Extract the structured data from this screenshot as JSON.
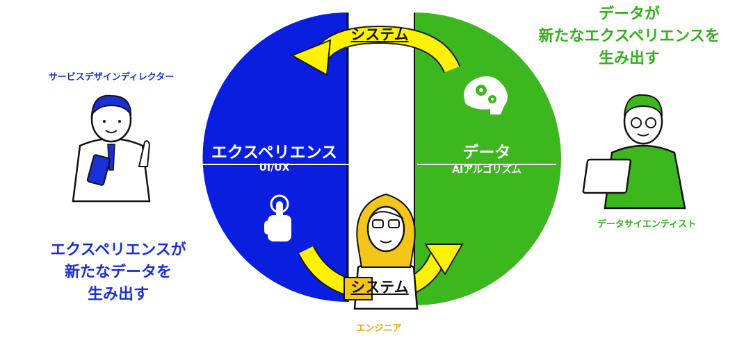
{
  "colors": {
    "blue": "#0a1ee0",
    "green": "#3cb81e",
    "yellow": "#fff200",
    "engineer_label": "#e0a800",
    "text_blue": "#1a2fd6",
    "text_green": "#33b01a"
  },
  "left_caption": {
    "line1": "エクスペリエンスが",
    "line2": "新たなデータを",
    "line3": "生み出す"
  },
  "right_caption": {
    "line1": "データが",
    "line2": "新たなエクスペリエンスを",
    "line3": "生み出す"
  },
  "left_half": {
    "title": "エクスペリエンス",
    "subtitle": "UI/UX",
    "icon": "tap-hand-icon"
  },
  "right_half": {
    "title": "データ",
    "subtitle": "AIアルゴリズム",
    "icon": "brain-gears-icon"
  },
  "arrow_top": {
    "label": "システム"
  },
  "arrow_bottom": {
    "label": "システム"
  },
  "people": {
    "left": {
      "label": "サービスデザインディレクター",
      "icon": "director-person-icon"
    },
    "center": {
      "label": "エンジニア",
      "icon": "engineer-person-icon"
    },
    "right": {
      "label": "データサイエンティスト",
      "icon": "data-scientist-person-icon"
    }
  }
}
